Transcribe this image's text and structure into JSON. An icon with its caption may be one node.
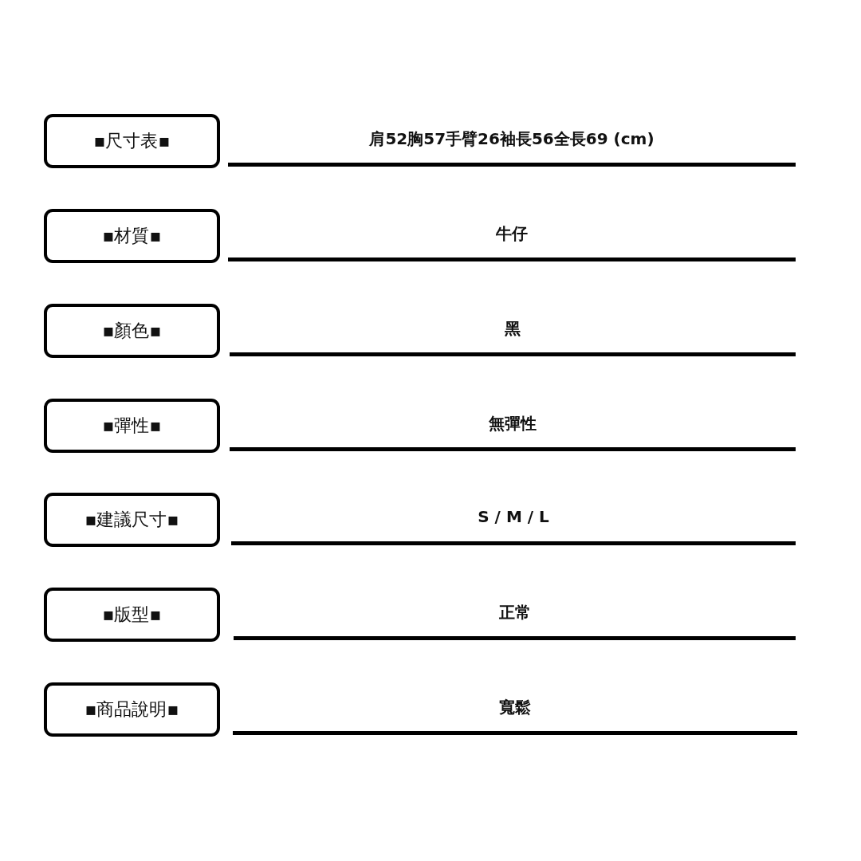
{
  "diagram": {
    "nodes": [
      {
        "text": [
          "▪尺寸表▪"
        ]
      },
      {
        "text": [
          "▪材質▪"
        ]
      },
      {
        "text": [
          "▪顏色▪"
        ]
      },
      {
        "text": [
          "▪彈性▪"
        ]
      },
      {
        "text": [
          "▪建議尺寸▪"
        ]
      },
      {
        "text": [
          "▪版型▪"
        ]
      },
      {
        "text": [
          "▪商品說明▪"
        ]
      }
    ],
    "labels": [
      "肩52胸57手臂26袖長56全長69 (cm)",
      "牛仔",
      "黑",
      "無彈性",
      "S / M / L",
      "正常",
      "寬鬆"
    ]
  }
}
